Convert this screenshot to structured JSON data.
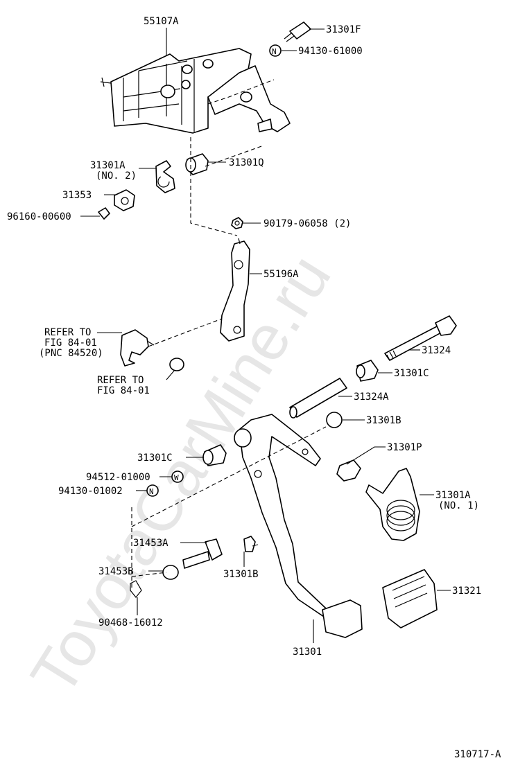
{
  "watermark": "ToyotaCarMine.ru",
  "figure_code": "310717-A",
  "labels": {
    "p55107A": "55107A",
    "p31301F": "31301F",
    "p94130_61000": "94130-61000",
    "p31301A_no2_a": "31301A",
    "p31301A_no2_b": "(NO. 2)",
    "p31301Q": "31301Q",
    "p31353": "31353",
    "p96160": "96160-00600",
    "p90179": "90179-06058 (2)",
    "p55196A": "55196A",
    "refer1_a": "REFER TO",
    "refer1_b": "FIG 84-01",
    "refer1_c": "(PNC 84520)",
    "p31324": "31324",
    "p31301C_a": "31301C",
    "refer2_a": "REFER TO",
    "refer2_b": "FIG 84-01",
    "p31324A": "31324A",
    "p31301B_a": "31301B",
    "p31301C_b": "31301C",
    "p31301P": "31301P",
    "p94512": "94512-01000",
    "p94130_01002": "94130-01002",
    "p31301A_no1_a": "31301A",
    "p31301A_no1_b": "(NO. 1)",
    "p31453A": "31453A",
    "p31453B": "31453B",
    "p31301B_b": "31301B",
    "p31321": "31321",
    "p90468": "90468-16012",
    "p31301": "31301",
    "badge_n": "N",
    "badge_w": "W"
  }
}
